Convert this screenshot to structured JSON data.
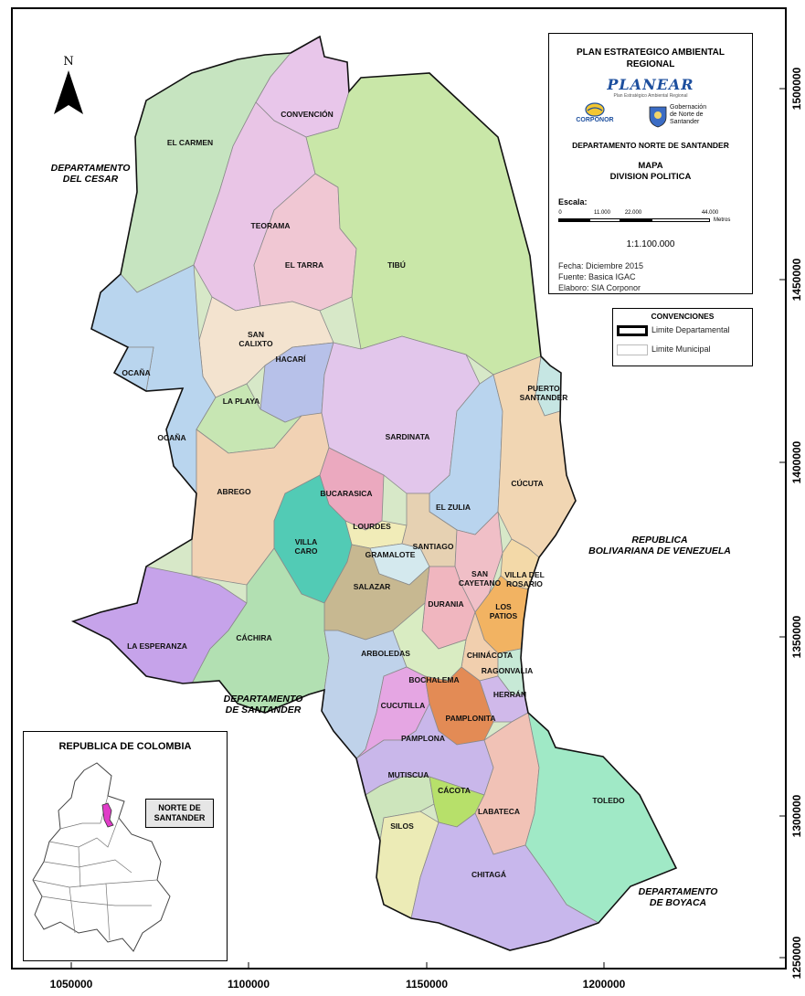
{
  "map": {
    "axes": {
      "x_ticks": [
        "1050000",
        "1100000",
        "1150000",
        "1200000"
      ],
      "y_ticks": [
        "1500000",
        "1450000",
        "1400000",
        "1350000",
        "1300000",
        "1250000"
      ]
    },
    "north_label": "N",
    "municipalities": [
      {
        "name": "CONVENCIÓN",
        "color": "#e8c6ea"
      },
      {
        "name": "EL CARMEN",
        "color": "#c6e4c0"
      },
      {
        "name": "TEORAMA",
        "color": "#e9c5e6"
      },
      {
        "name": "EL TARRA",
        "color": "#f0c7d3"
      },
      {
        "name": "TIBÚ",
        "color": "#c9e7a8"
      },
      {
        "name": "SAN\nCALIXTO",
        "color": "#f3e3cf"
      },
      {
        "name": "HACARÍ",
        "color": "#b7c1e9"
      },
      {
        "name": "OCAÑA",
        "color": "#b9d5ee"
      },
      {
        "name": "OCAÑA",
        "color": "#b9d5ee"
      },
      {
        "name": "LA PLAYA",
        "color": "#c7e6b3"
      },
      {
        "name": "SARDINATA",
        "color": "#e2c6eb"
      },
      {
        "name": "PUERTO\nSANTANDER",
        "color": "#c6e6e3"
      },
      {
        "name": "ABREGO",
        "color": "#f1d2b4"
      },
      {
        "name": "BUCARASICA",
        "color": "#eba9bf"
      },
      {
        "name": "EL ZULIA",
        "color": "#b9d4ee"
      },
      {
        "name": "CÚCUTA",
        "color": "#f1d6b3"
      },
      {
        "name": "LOURDES",
        "color": "#f1ecb8"
      },
      {
        "name": "VILLA\nCARO",
        "color": "#52cbb5"
      },
      {
        "name": "GRAMALOTE",
        "color": "#d4e9ee"
      },
      {
        "name": "SANTIAGO",
        "color": "#e6d1b2"
      },
      {
        "name": "SAN\nCAYETANO",
        "color": "#f0bfc7"
      },
      {
        "name": "VILLA DEL\nROSARIO",
        "color": "#f3d9a8"
      },
      {
        "name": "SALAZAR",
        "color": "#c7b891"
      },
      {
        "name": "DURANIA",
        "color": "#f0b6bf"
      },
      {
        "name": "LOS\nPATIOS",
        "color": "#f2b362"
      },
      {
        "name": "LA ESPERANZA",
        "color": "#c6a3ea"
      },
      {
        "name": "CÁCHIRA",
        "color": "#b2e0b2"
      },
      {
        "name": "ARBOLEDAS",
        "color": "#bfd2ea"
      },
      {
        "name": "CHINÁCOTA",
        "color": "#f1cfae"
      },
      {
        "name": "RAGONVALIA",
        "color": "#c7e9d6"
      },
      {
        "name": "BOCHALEMA",
        "color": "#d9ecc2"
      },
      {
        "name": "HERRÁN",
        "color": "#d0b9ea"
      },
      {
        "name": "CUCUTILLA",
        "color": "#e5a6e3"
      },
      {
        "name": "PAMPLONITA",
        "color": "#e38b55"
      },
      {
        "name": "PAMPLONA",
        "color": "#c9b7ea"
      },
      {
        "name": "MUTISCUA",
        "color": "#cde5bc"
      },
      {
        "name": "CÁCOTA",
        "color": "#b7e06a"
      },
      {
        "name": "LABATECA",
        "color": "#f1c2b6"
      },
      {
        "name": "TOLEDO",
        "color": "#a0e9c6"
      },
      {
        "name": "SILOS",
        "color": "#ecebb6"
      },
      {
        "name": "CHITAGÁ",
        "color": "#c8b7ec"
      }
    ],
    "regions": [
      {
        "name": "DEPARTAMENTO\nDEL CESAR"
      },
      {
        "name": "REPUBLICA\nBOLIVARIANA DE VENEZUELA"
      },
      {
        "name": "DEPARTAMENTO\nDE SANTANDER"
      },
      {
        "name": "DEPARTAMENTO\nDE BOYACA"
      }
    ]
  },
  "title_box": {
    "title": "PLAN ESTRATEGICO AMBIENTAL\nREGIONAL",
    "planear_logo": "PLANEAR",
    "planear_sub": "Plan Estratégico Ambiental Regional",
    "corponor_logo": "CORPONOR",
    "gobernacion_logo": "Gobernación\nde Norte de\nSantander",
    "department": "DEPARTAMENTO NORTE DE SANTANDER",
    "map_title": "MAPA\nDIVISION POLITICA",
    "scale_label": "Escala:",
    "scale_ticks": [
      "0",
      "11.000",
      "22.000",
      "44.000"
    ],
    "scale_unit": "Metros",
    "scale_ratio": "1:1.100.000",
    "date": "Fecha: Diciembre 2015",
    "source": "Fuente: Basica IGAC",
    "author": "Elaboro: SIA Corponor"
  },
  "legend": {
    "title": "CONVENCIONES",
    "items": [
      {
        "label": "Limite Departamental",
        "border_color": "#000000"
      },
      {
        "label": "Limite Municipal",
        "border_color": "#bbbbbb"
      }
    ]
  },
  "inset": {
    "title": "REPUBLICA DE COLOMBIA",
    "highlight_label": "NORTE DE\nSANTANDER",
    "highlight_color": "#e03cc8"
  }
}
